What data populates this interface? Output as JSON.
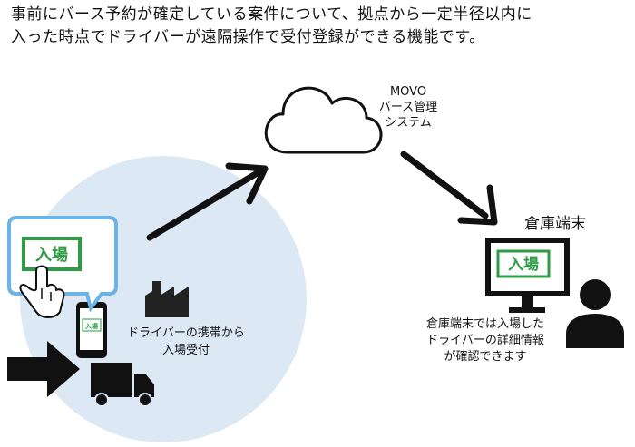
{
  "headline": {
    "line1": "事前にバース予約が確定している案件について、拠点から一定半径以内に",
    "line2": "入った時点でドライバーが遠隔操作で受付登録ができる機能です。"
  },
  "system": {
    "name": "MOVO",
    "line1": "バース管理",
    "line2": "システム"
  },
  "terminal": {
    "title": "倉庫端末",
    "screen_label": "入場",
    "note_line1": "倉庫端末では入場した",
    "note_line2": "ドライバーの詳細情報",
    "note_line3": "が確認できます"
  },
  "driver": {
    "bubble_label": "入場",
    "phone_label": "入場",
    "note_line1": "ドライバーの携帯から",
    "note_line2": "入場受付"
  },
  "colors": {
    "green": "#2e9b45",
    "geofence": "#dce9f4",
    "bubble_border": "#6cb3e6",
    "ink": "#111111"
  },
  "icons": [
    "cloud-icon",
    "factory-icon",
    "truck-icon",
    "smartphone-icon",
    "monitor-icon",
    "person-icon",
    "hand-tap-icon"
  ]
}
